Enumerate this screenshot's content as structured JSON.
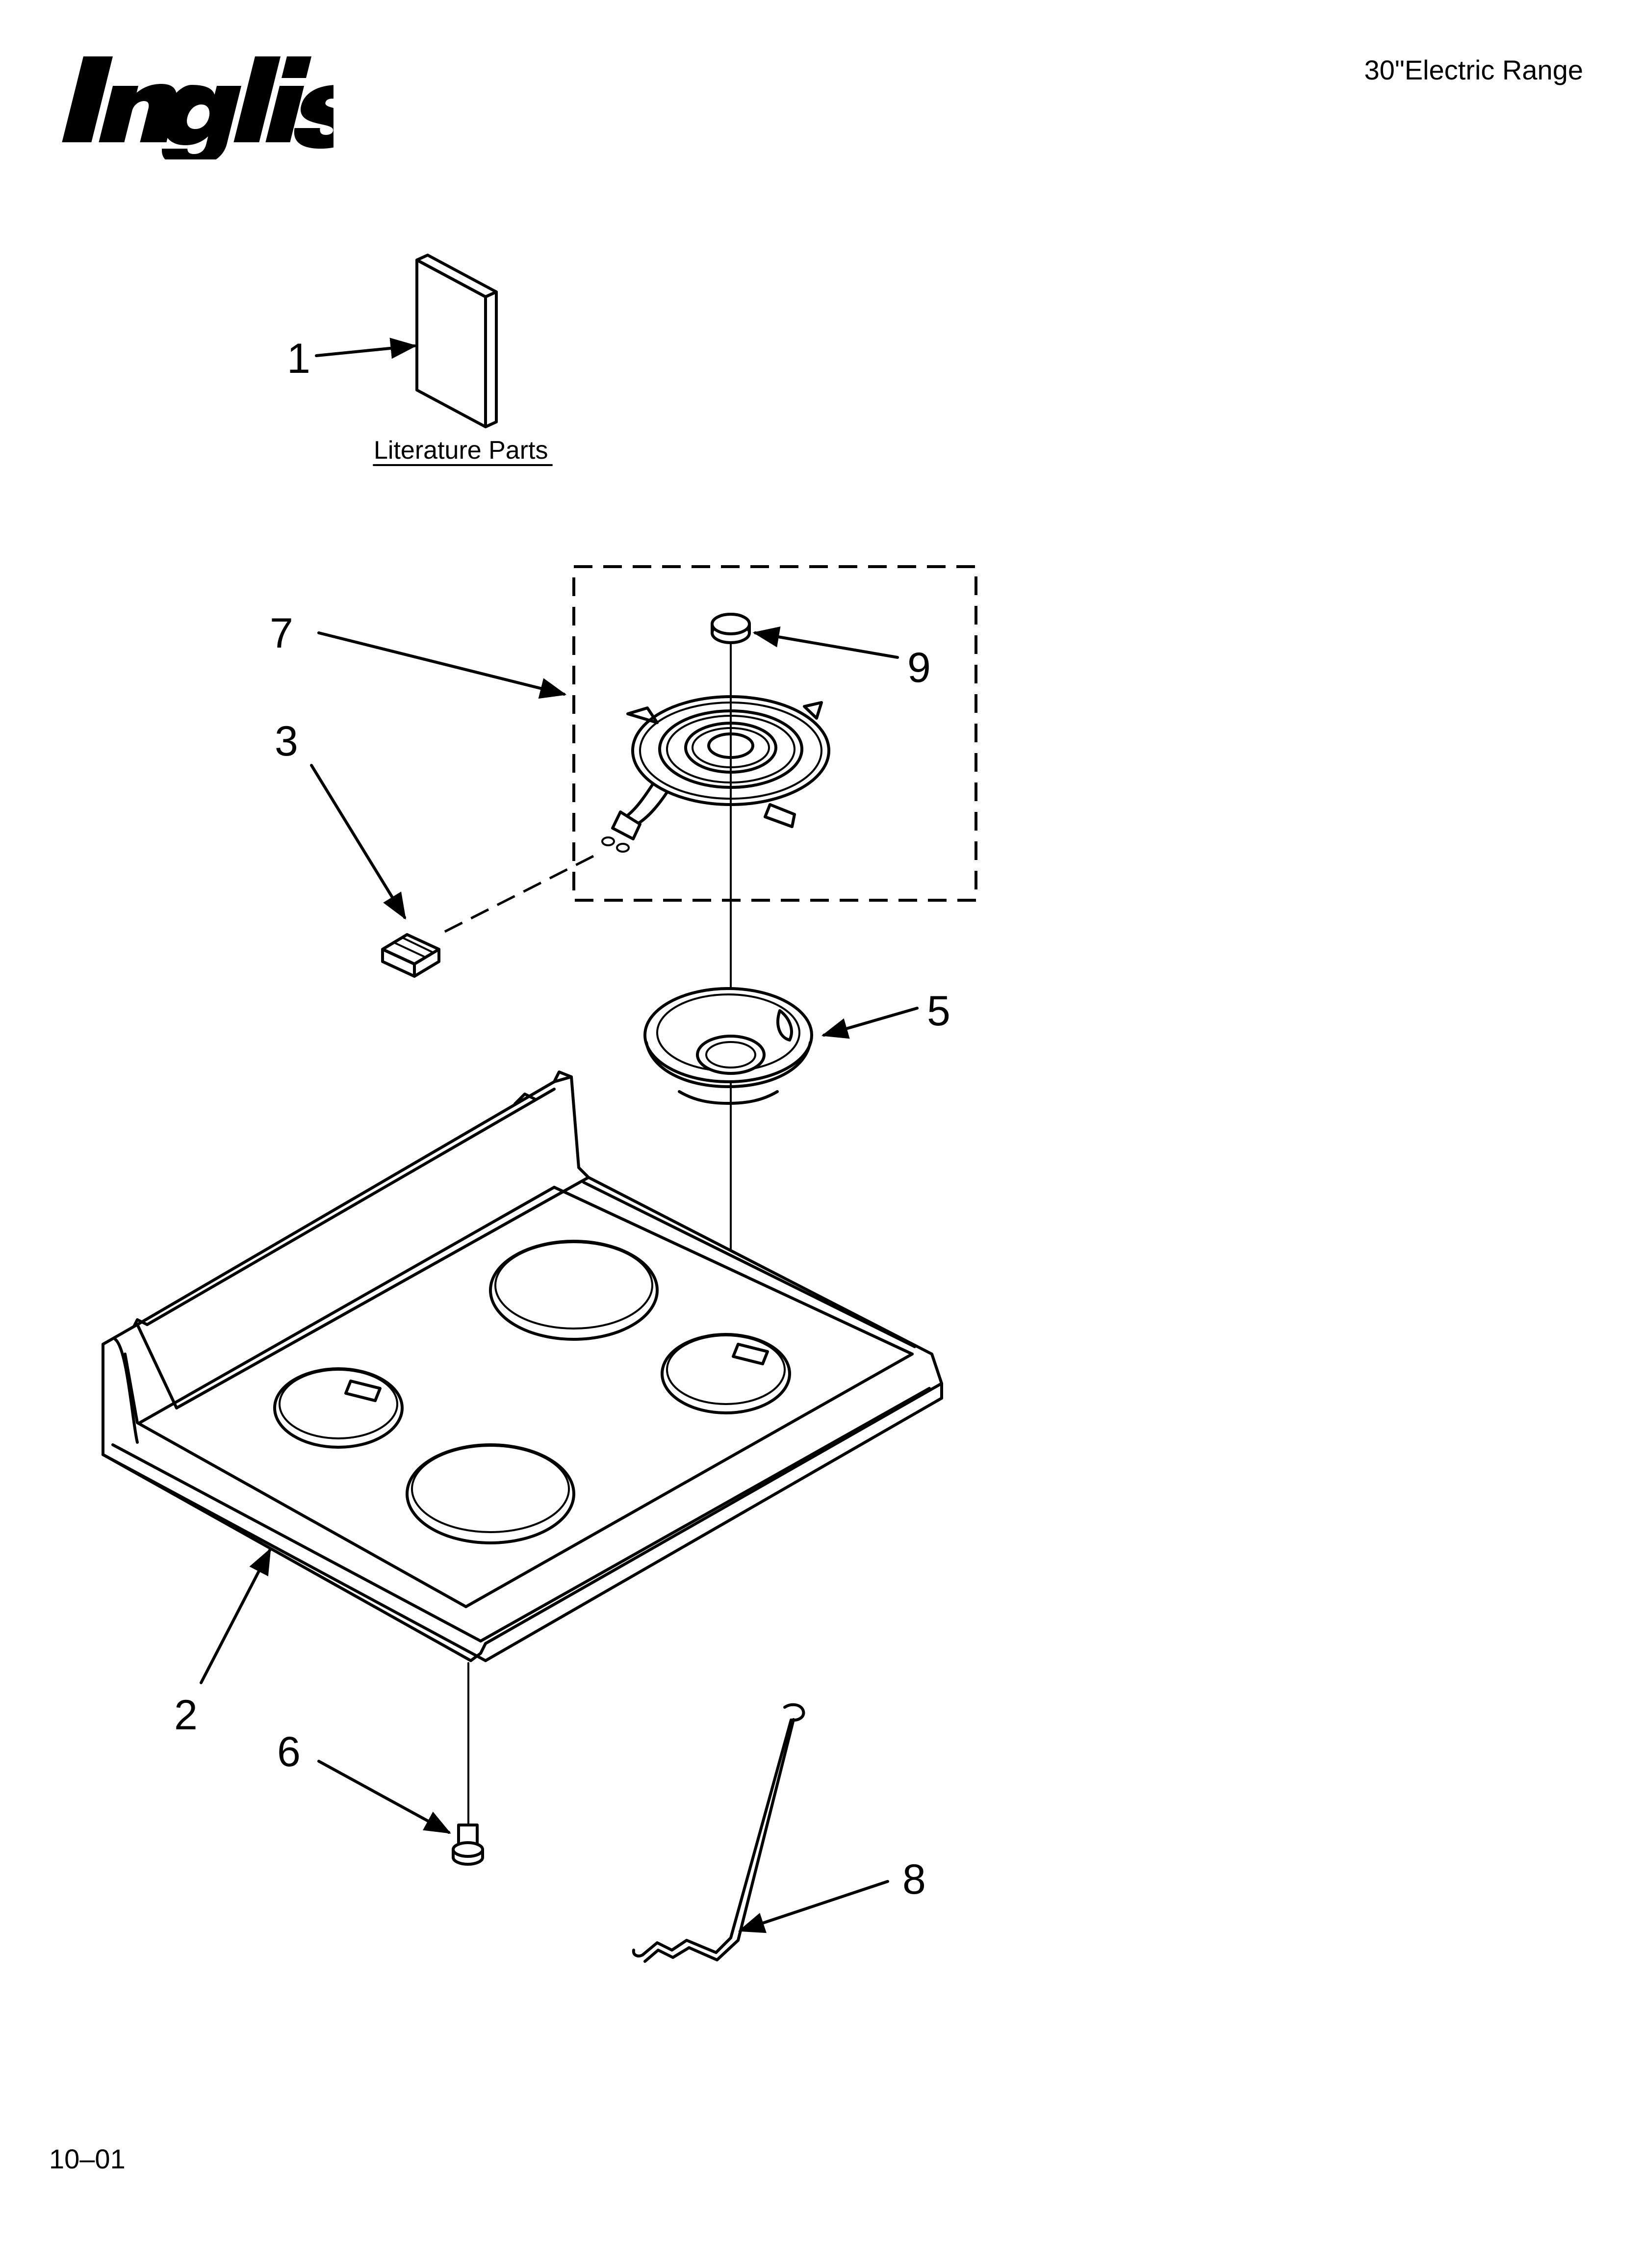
{
  "header": {
    "brand_logo": "Inglis",
    "product_title": "30\"Electric Range"
  },
  "footer": {
    "code": "10–01"
  },
  "diagram": {
    "literature_label": "Literature Parts",
    "callouts": [
      "1",
      "2",
      "3",
      "5",
      "6",
      "7",
      "8",
      "9"
    ]
  }
}
